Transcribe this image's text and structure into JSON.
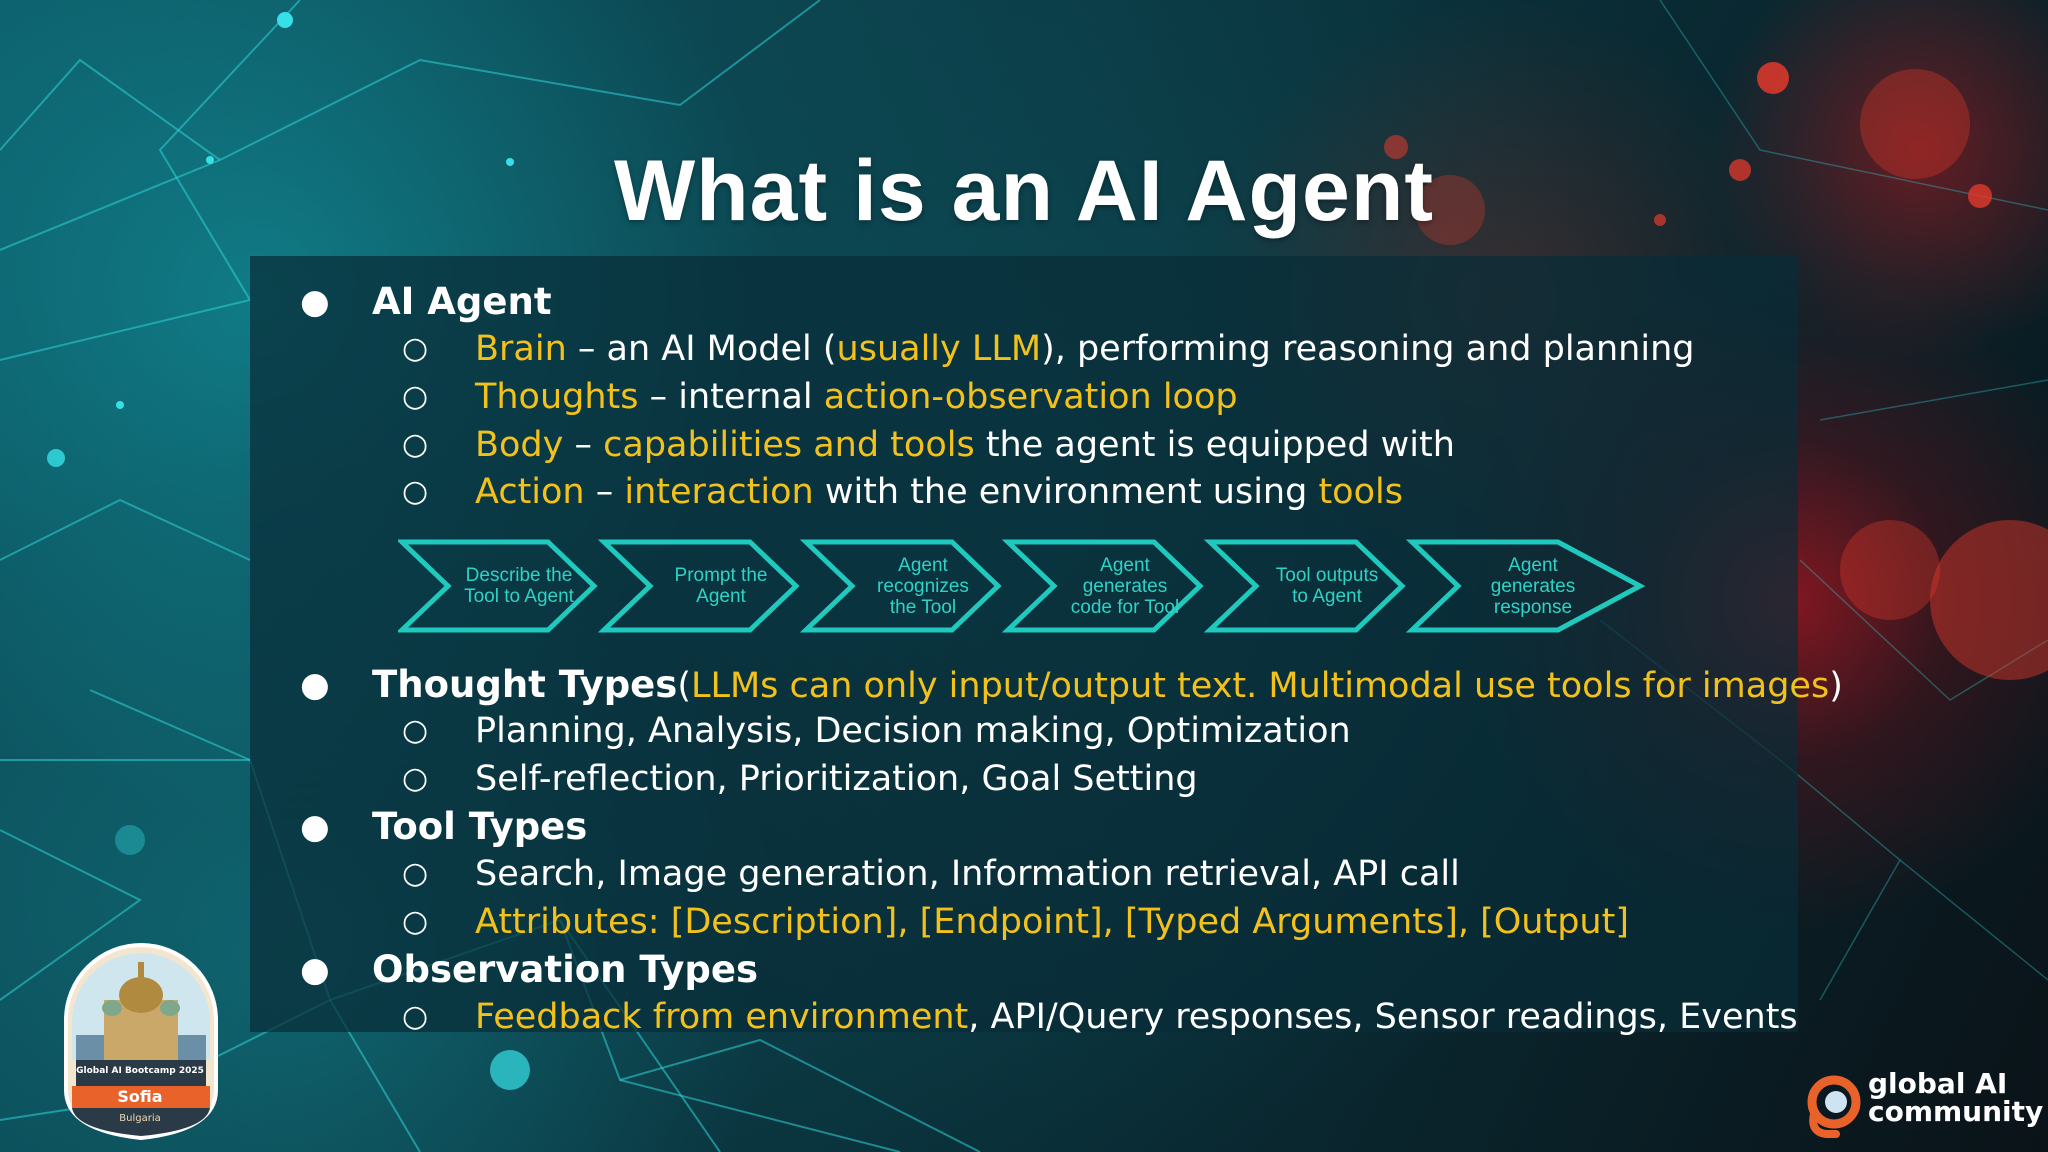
{
  "slide": {
    "title": "What is an AI Agent",
    "accent_color": "#f2c11b",
    "flow_color": "#2ed3c6"
  },
  "sections": [
    {
      "heading": "AI Agent",
      "items": [
        {
          "parts": [
            "Brain",
            " – an AI Model (",
            "usually LLM",
            "), performing reasoning and planning"
          ]
        },
        {
          "parts": [
            "Thoughts",
            " – internal ",
            "action-observation loop"
          ]
        },
        {
          "parts": [
            "Body",
            " – ",
            "capabilities and tools",
            " the agent is equipped with"
          ]
        },
        {
          "parts": [
            "Action",
            " – ",
            "interaction",
            " with the environment using ",
            "tools"
          ]
        }
      ]
    },
    {
      "heading": "Thought Types",
      "heading_note": [
        "(",
        "LLMs can only input/output text. Multimodal use tools for images",
        ")"
      ],
      "items": [
        {
          "parts": [
            "Planning, Analysis, Decision making, Optimization"
          ]
        },
        {
          "parts": [
            "Self-reflection, Prioritization, Goal Setting"
          ]
        }
      ]
    },
    {
      "heading": "Tool Types",
      "items": [
        {
          "parts": [
            "Search, Image generation, Information retrieval, API call"
          ]
        },
        {
          "parts": [
            "Attributes: [Description], [Endpoint], [Typed Arguments], [Output]"
          ]
        }
      ]
    },
    {
      "heading": "Observation Types",
      "items": [
        {
          "parts": [
            "Feedback from environment",
            ", API/Query responses, Sensor readings, Events"
          ]
        }
      ]
    }
  ],
  "flow_steps": [
    "Describe the\nTool to Agent",
    "Prompt the\nAgent",
    "Agent\nrecognizes\nthe Tool",
    "Agent\ngenerates\ncode for Tool",
    "Tool outputs\nto Agent",
    "Agent\ngenerates\nresponse"
  ],
  "badge": {
    "line1": "Global AI Bootcamp 2025",
    "city": "Sofia",
    "country": "Bulgaria"
  },
  "logo": {
    "line1": "global AI",
    "line2": "community"
  }
}
